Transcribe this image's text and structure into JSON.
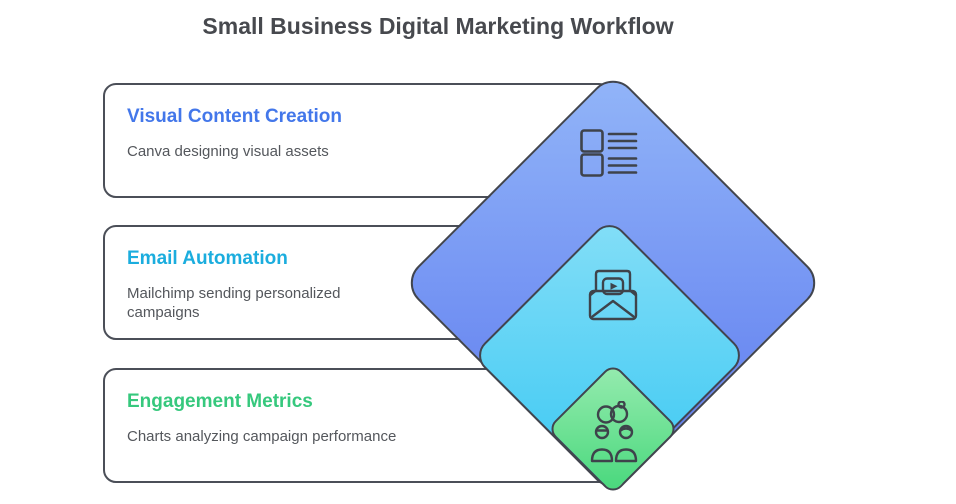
{
  "title": "Small Business Digital Marketing Workflow",
  "steps": [
    {
      "heading": "Visual Content Creation",
      "description": "Canva designing visual assets",
      "accent_color": "#4377ea",
      "icon": "list-icon",
      "diamond_gradient_top": "#92b5f8",
      "diamond_gradient_bottom": "#5b78ef"
    },
    {
      "heading": "Email Automation",
      "description": "Mailchimp sending personalized campaigns",
      "accent_color": "#1badde",
      "icon": "video-email-icon",
      "diamond_gradient_top": "#83def7",
      "diamond_gradient_bottom": "#3bc8f3"
    },
    {
      "heading": "Engagement Metrics",
      "description": "Charts analyzing campaign performance",
      "accent_color": "#36c87d",
      "icon": "people-sync-icon",
      "diamond_gradient_top": "#96ebaf",
      "diamond_gradient_bottom": "#48d87c"
    }
  ],
  "colors": {
    "background": "#ffffff",
    "title_text": "#47494e",
    "body_text": "#54575c",
    "card_border": "#4b4f58",
    "diamond_border": "#41454e",
    "icon_stroke": "#3e434b"
  }
}
